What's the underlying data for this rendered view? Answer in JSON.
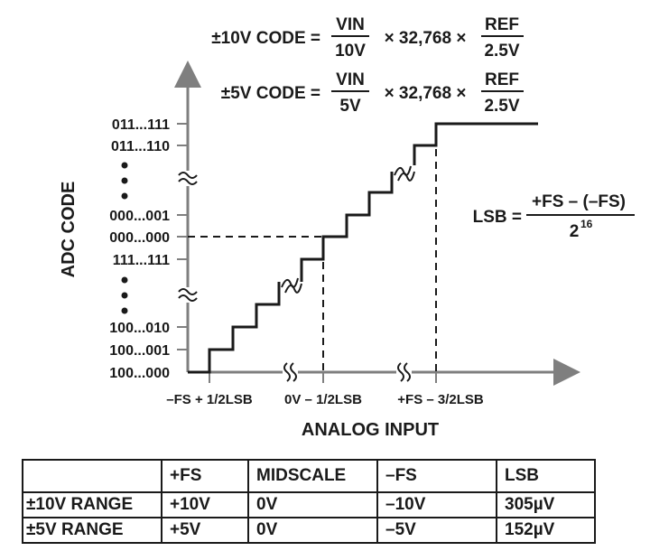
{
  "formulas": {
    "f10": {
      "prefix": "±10V CODE =",
      "num1": "VIN",
      "den1": "10V",
      "mid": "× 32,768 ×",
      "num2": "REF",
      "den2": "2.5V"
    },
    "f5": {
      "prefix": "±5V CODE =",
      "num1": "VIN",
      "den1": "5V",
      "mid": "× 32,768 ×",
      "num2": "REF",
      "den2": "2.5V"
    },
    "lsb": {
      "prefix": "LSB =",
      "num": "+FS – (–FS)",
      "den_base": "2",
      "den_exp": "16"
    }
  },
  "axes": {
    "y_title": "ADC CODE",
    "x_title": "ANALOG INPUT",
    "y_ticks": [
      "011...111",
      "011...110",
      "000...001",
      "000...000",
      "111...111",
      "100...010",
      "100...001",
      "100...000"
    ],
    "x_ticks": [
      "–FS + 1/2LSB",
      "0V – 1/2LSB",
      "+FS – 3/2LSB"
    ]
  },
  "table": {
    "headers": [
      "",
      "+FS",
      "MIDSCALE",
      "–FS",
      "LSB"
    ],
    "rows": [
      [
        "±10V RANGE",
        "+10V",
        "0V",
        "–10V",
        "305µV"
      ],
      [
        "±5V RANGE",
        "+5V",
        "0V",
        "–5V",
        "152µV"
      ]
    ]
  },
  "colors": {
    "line": "#1a1a1a",
    "axis": "#7f7f7f"
  }
}
